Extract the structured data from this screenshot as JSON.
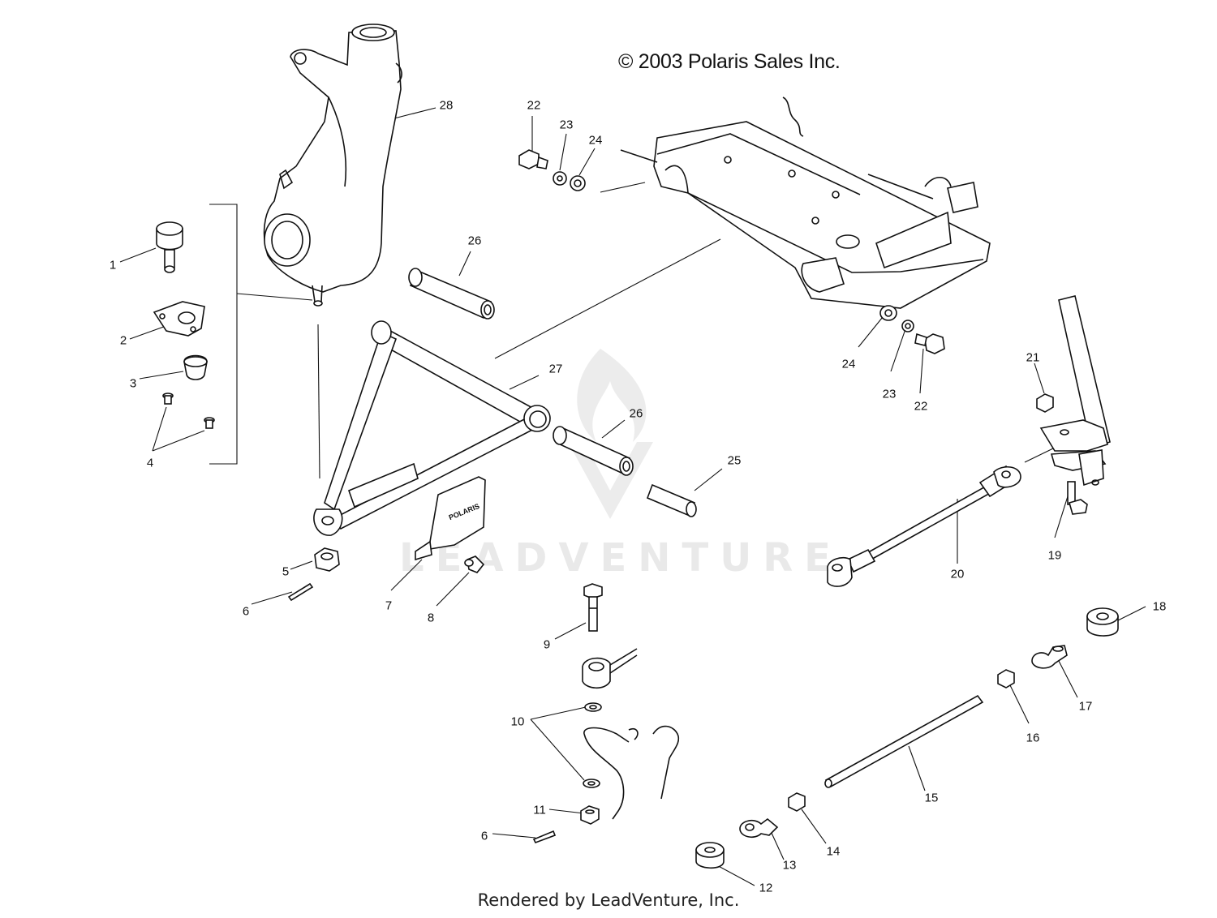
{
  "header": {
    "copyright": "© 2003 Polaris Sales Inc."
  },
  "footer": {
    "rendered_by": "Rendered by LeadVenture, Inc."
  },
  "watermark": {
    "text": "LEADVENTURE",
    "logo_icon": "flame-logo-icon",
    "color": "#e9e9e9"
  },
  "decal": {
    "text": "POLARIS"
  },
  "callouts": {
    "n1": "1",
    "n2": "2",
    "n3": "3",
    "n4": "4",
    "n5": "5",
    "n6a": "6",
    "n6b": "6",
    "n7": "7",
    "n8": "8",
    "n9": "9",
    "n10": "10",
    "n11": "11",
    "n12": "12",
    "n13": "13",
    "n14": "14",
    "n15": "15",
    "n16": "16",
    "n17": "17",
    "n18": "18",
    "n19": "19",
    "n20": "20",
    "n21": "21",
    "n22a": "22",
    "n22b": "22",
    "n23a": "23",
    "n23b": "23",
    "n24a": "24",
    "n24b": "24",
    "n25": "25",
    "n26a": "26",
    "n26b": "26",
    "n27": "27",
    "n28": "28"
  }
}
